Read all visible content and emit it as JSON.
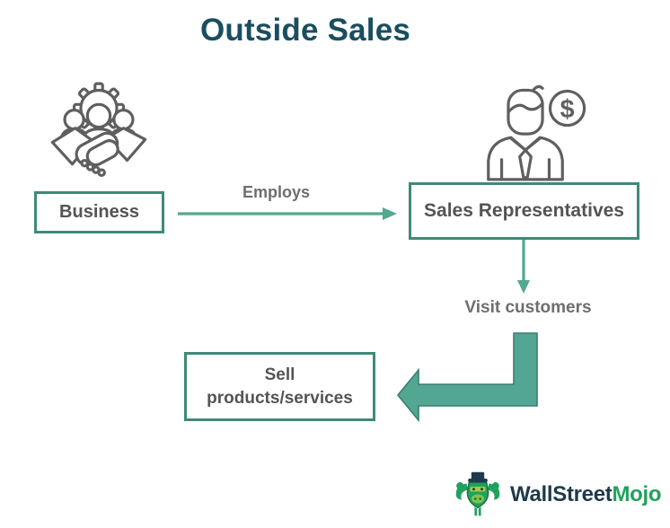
{
  "title": "Outside Sales",
  "colors": {
    "title": "#1a4e5f",
    "accent": "#52a891",
    "box_border": "#3e8a78",
    "box_text": "#545454",
    "edge_text": "#6e6e6e",
    "icon_gray": "#5f5f5f",
    "thick_arrow_fill": "#53a693",
    "thick_arrow_stroke": "#37806d",
    "logo_dark": "#1e3a4c",
    "logo_green": "#21a15e",
    "background": "#ffffff"
  },
  "nodes": {
    "business": {
      "label": "Business",
      "icon": "business-handshake-icon"
    },
    "sales_reps": {
      "label": "Sales Representatives",
      "icon": "salesperson-icon",
      "coin_symbol": "$"
    },
    "sell": {
      "line1": "Sell",
      "line2": "products/services"
    }
  },
  "edges": {
    "employs": {
      "label": "Employs",
      "direction": "right"
    },
    "visit_customers": {
      "label": "Visit customers",
      "direction": "down"
    },
    "sell_flow": {
      "label": "",
      "direction": "down-then-left"
    }
  },
  "logo": {
    "brand_part1": "WallStreet",
    "brand_part2": "Mojo",
    "icon": "bull-icon"
  }
}
